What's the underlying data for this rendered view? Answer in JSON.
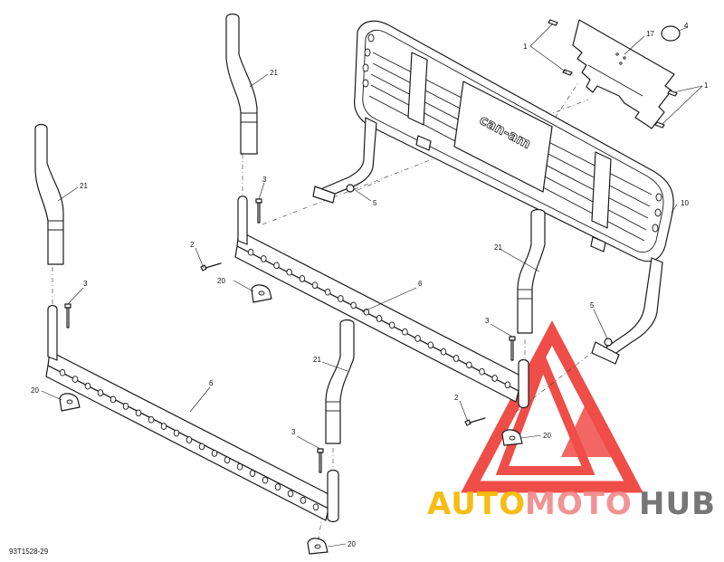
{
  "diagram": {
    "callouts": {
      "c1a": "1",
      "c1b": "1",
      "c2a": "2",
      "c2b": "2",
      "c3a": "3",
      "c3b": "3",
      "c3c": "3",
      "c4": "4",
      "c5a": "5",
      "c5b": "5",
      "c6a": "6",
      "c6b": "6",
      "c10": "10",
      "c17": "17",
      "c20a": "20",
      "c20b": "20",
      "c20c": "20",
      "c20d": "20",
      "c21a": "21",
      "c21b": "21",
      "c21c": "21",
      "c21d": "21"
    },
    "rack_logo_text": "can-am",
    "drawing_code": "93T1528-29"
  },
  "watermark": {
    "word_part1": "AUTO",
    "word_part2": "MOTO",
    "word_part3": "HUB",
    "colors": {
      "part1": "#f5b800",
      "part2": "#f08a8a",
      "part3": "#6b6b6b",
      "triangle": "#ee3a35"
    }
  }
}
